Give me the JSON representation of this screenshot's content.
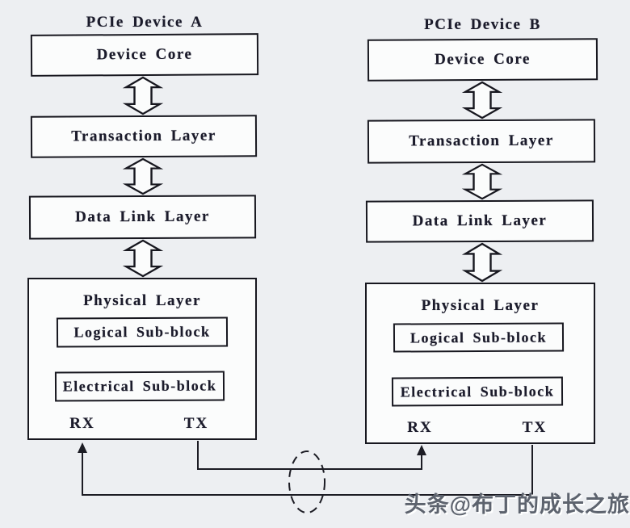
{
  "page": {
    "background_color": "#edeff2",
    "box_fill_color": "#fbfcfc",
    "ink_color": "#17171f",
    "watermark": "头条@布丁的成长之旅"
  },
  "devices": [
    {
      "title": "PCIe Device A",
      "core": "Device Core",
      "transaction": "Transaction Layer",
      "data_link": "Data Link Layer",
      "physical": "Physical Layer",
      "logical": "Logical Sub-block",
      "electrical": "Electrical Sub-block",
      "rx": "RX",
      "tx": "TX"
    },
    {
      "title": "PCIe Device B",
      "core": "Device Core",
      "transaction": "Transaction Layer",
      "data_link": "Data Link Layer",
      "physical": "Physical Layer",
      "logical": "Logical Sub-block",
      "electrical": "Electrical Sub-block",
      "rx": "RX",
      "tx": "TX"
    }
  ],
  "icons": {
    "layer_arrow": "double-vertical-hollow-arrow",
    "link_ellipse": "dashed-ellipse-link",
    "flow_arrowhead": "up-arrowhead"
  }
}
